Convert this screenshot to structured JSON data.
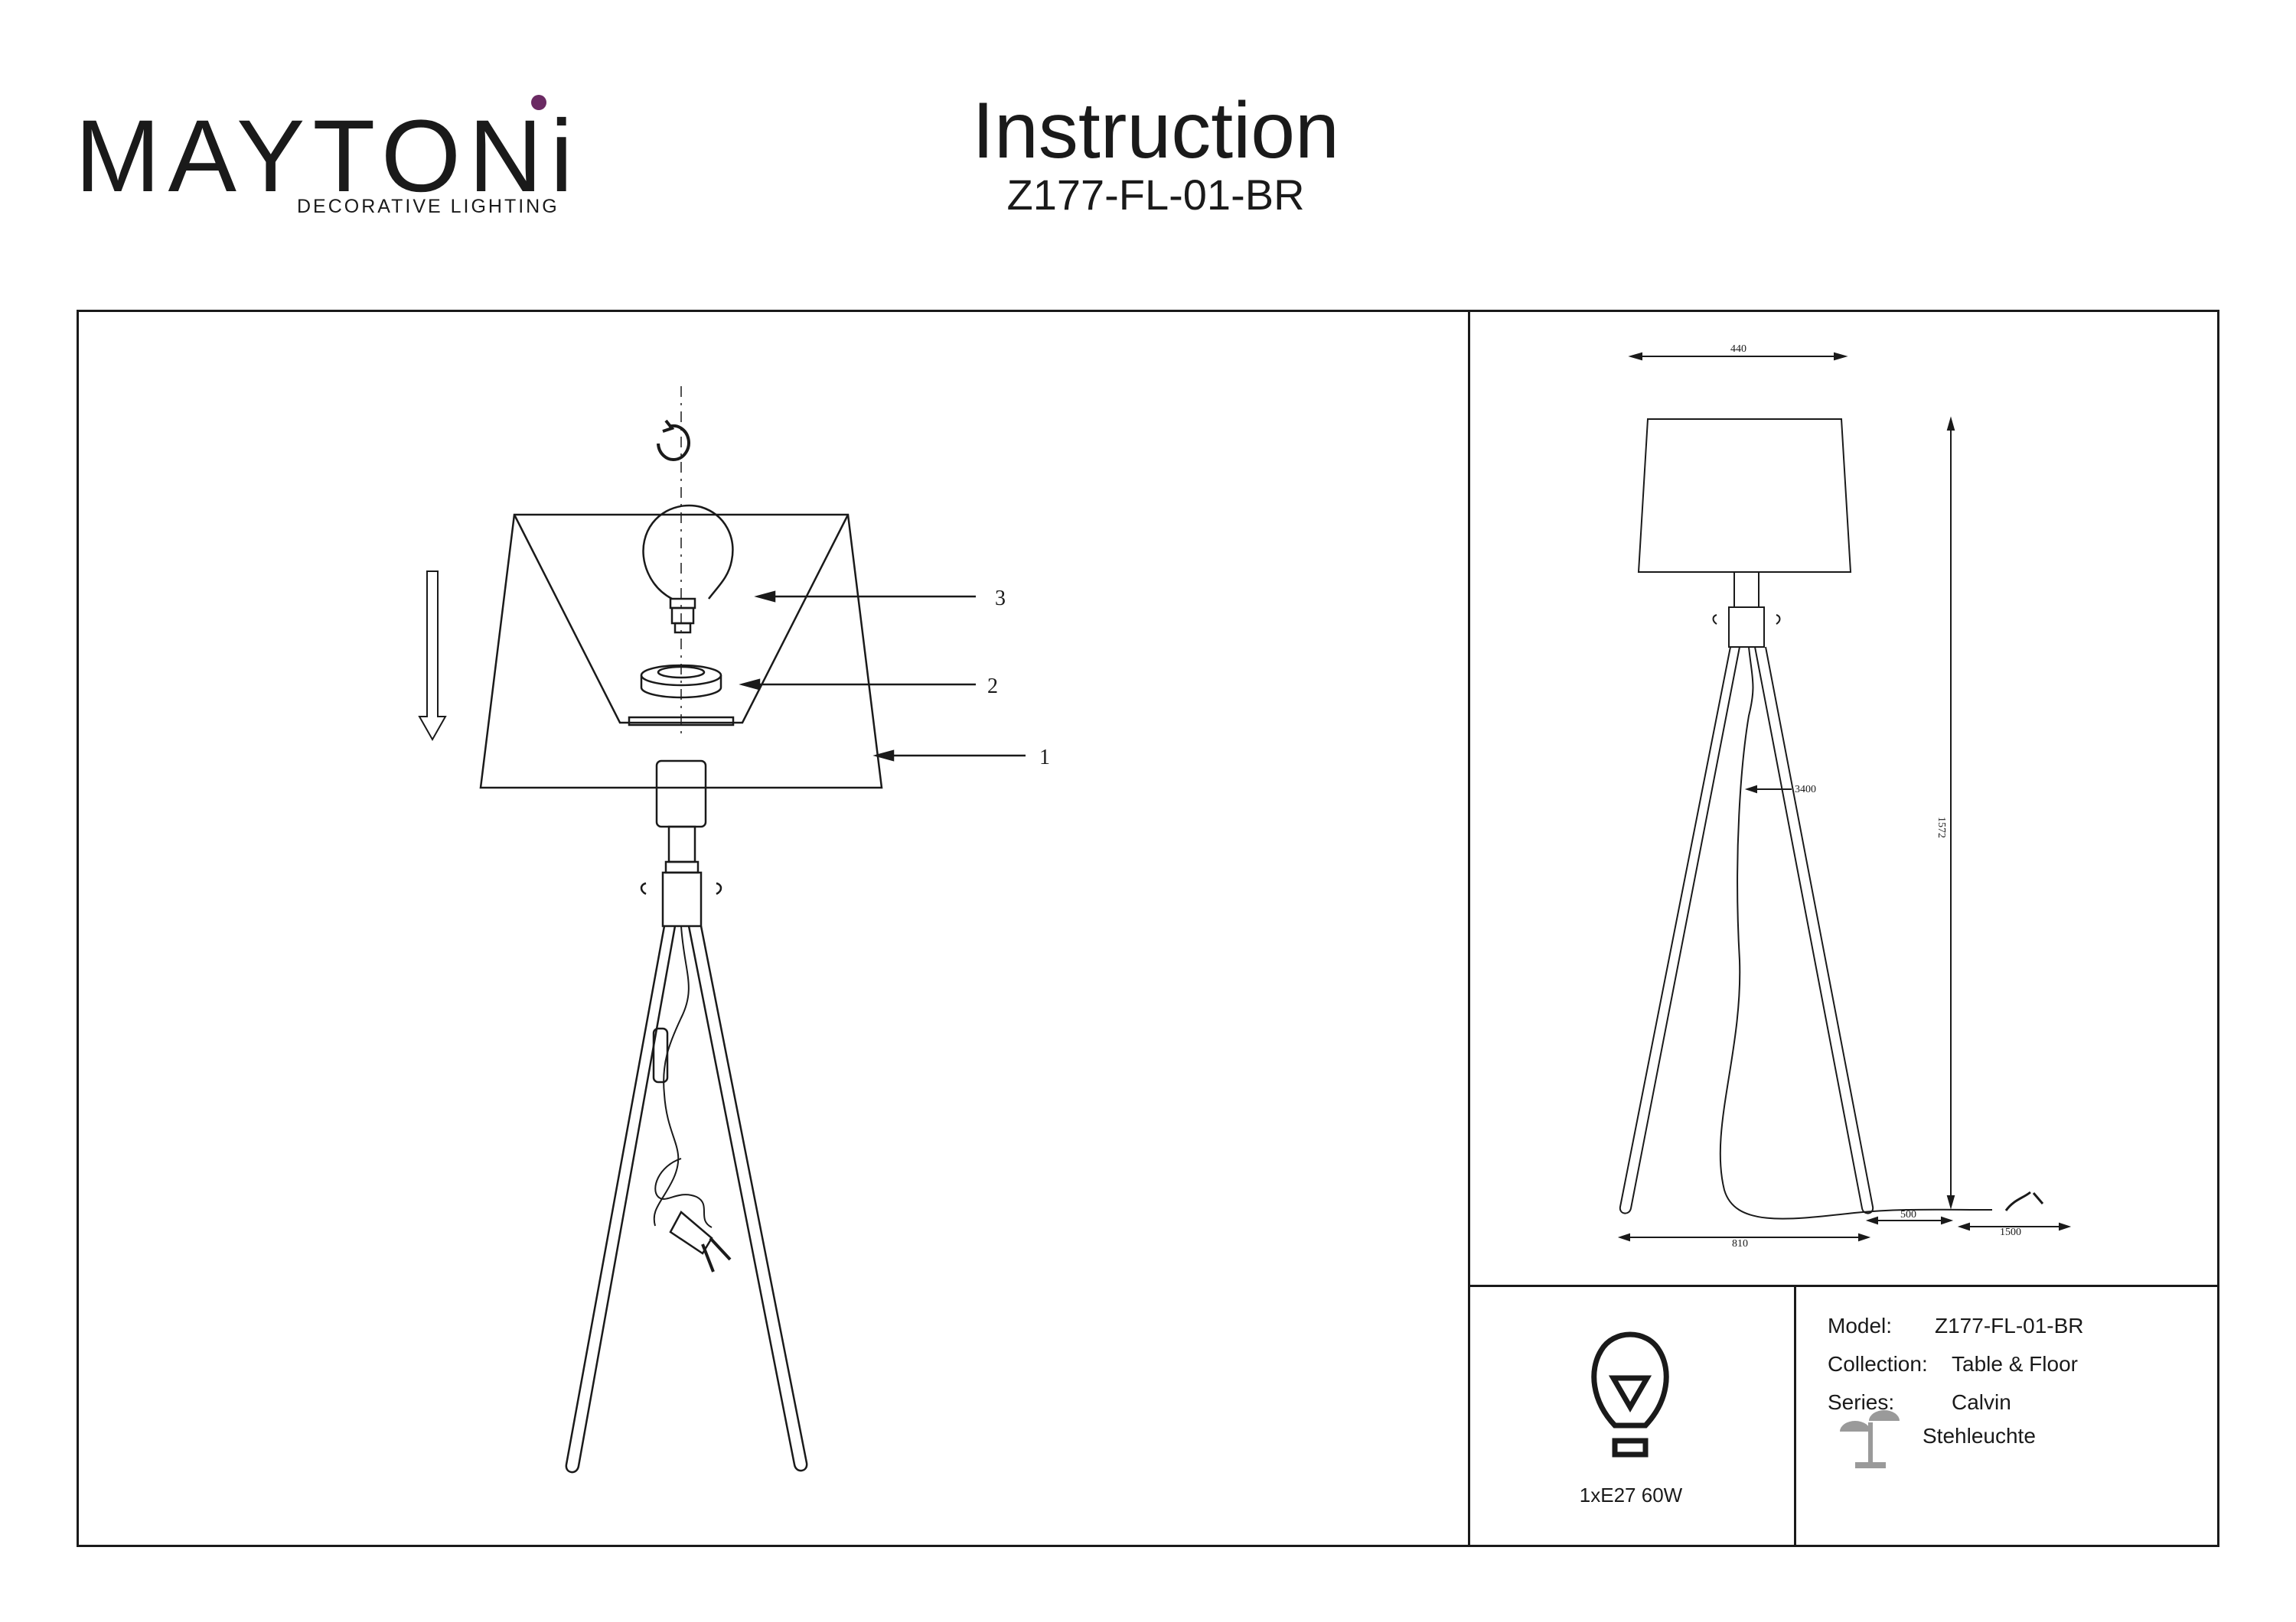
{
  "header": {
    "brand": "MAYTONi",
    "tagline": "DECORATIVE LIGHTING",
    "title": "Instruction",
    "model_code": "Z177-FL-01-BR"
  },
  "assembly": {
    "callouts": [
      "1",
      "2",
      "3"
    ]
  },
  "dimensions": {
    "shade_width": "440",
    "height": "1572",
    "cable_length": "3400",
    "base_width": "810",
    "cord_segment_1": "500",
    "cord_segment_2": "1500"
  },
  "bulb": {
    "spec": "1xE27 60W"
  },
  "info": {
    "model_label": "Model:",
    "model_value": "Z177-FL-01-BR",
    "collection_label": "Collection:",
    "collection_value": "Table & Floor",
    "series_label": "Series:",
    "series_value": "Calvin",
    "type_value": "Stehleuchte"
  },
  "colors": {
    "line": "#1a1a1a",
    "accent_dot": "#6b2a63",
    "icon_grey": "#9a9a9a"
  }
}
